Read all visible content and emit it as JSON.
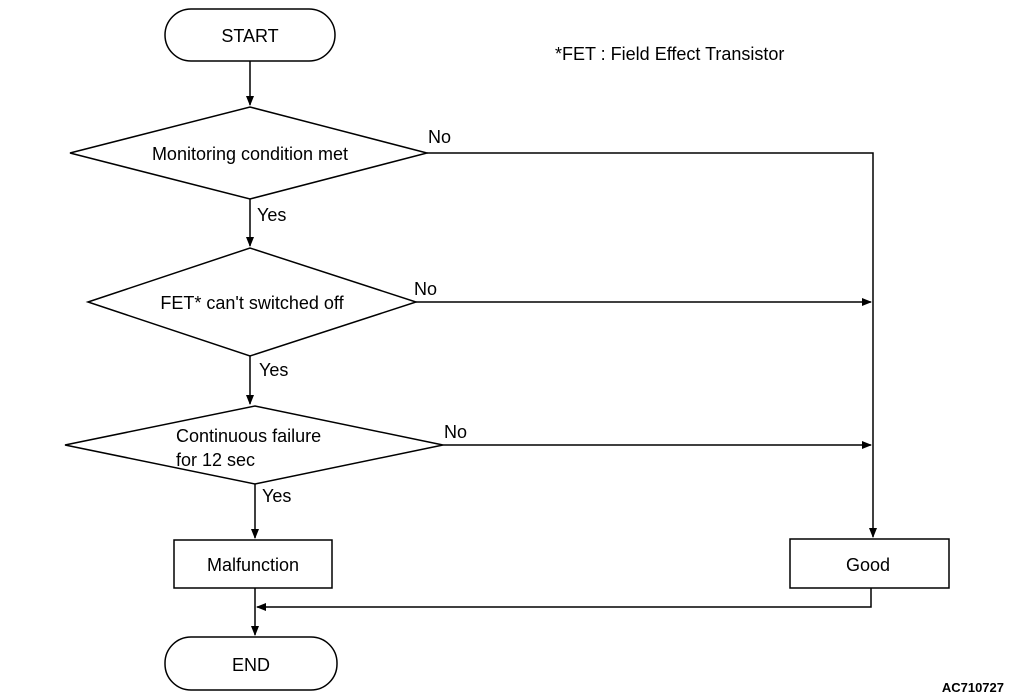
{
  "note": "*FET : Field Effect Transistor",
  "start": "START",
  "end": "END",
  "decisions": [
    {
      "text_lines": [
        "Monitoring condition met"
      ],
      "yes": "Yes",
      "no": "No"
    },
    {
      "text_lines": [
        "FET* can't switched off"
      ],
      "yes": "Yes",
      "no": "No"
    },
    {
      "text_lines": [
        "Continuous failure",
        "for 12 sec"
      ],
      "yes": "Yes",
      "no": "No"
    }
  ],
  "malfunction": "Malfunction",
  "good": "Good",
  "figure_id": "AC710727"
}
